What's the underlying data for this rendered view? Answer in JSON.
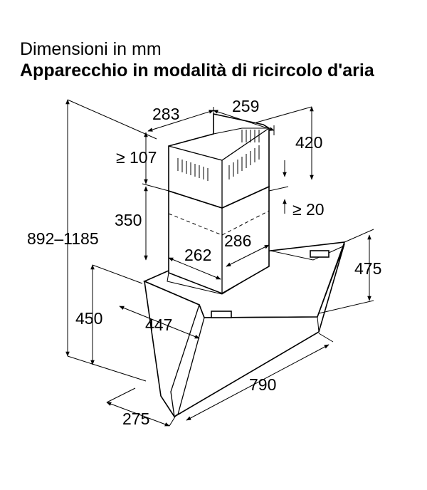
{
  "header": {
    "subtitle": "Dimensioni in mm",
    "title": "Apparecchio in modalità di ricircolo d'aria"
  },
  "dimensions": {
    "chimney_depth": "283",
    "chimney_width": "259",
    "upper_chimney_height": "420",
    "top_clearance": "≥ 107",
    "lower_chimney_height": "350",
    "gap_min": "≥ 20",
    "overall_height": "892–1185",
    "base_width": "262",
    "base_depth": "286",
    "hood_height": "475",
    "hood_front_height": "450",
    "hood_depth": "447",
    "hood_width": "790",
    "hood_bottom_depth": "275"
  }
}
